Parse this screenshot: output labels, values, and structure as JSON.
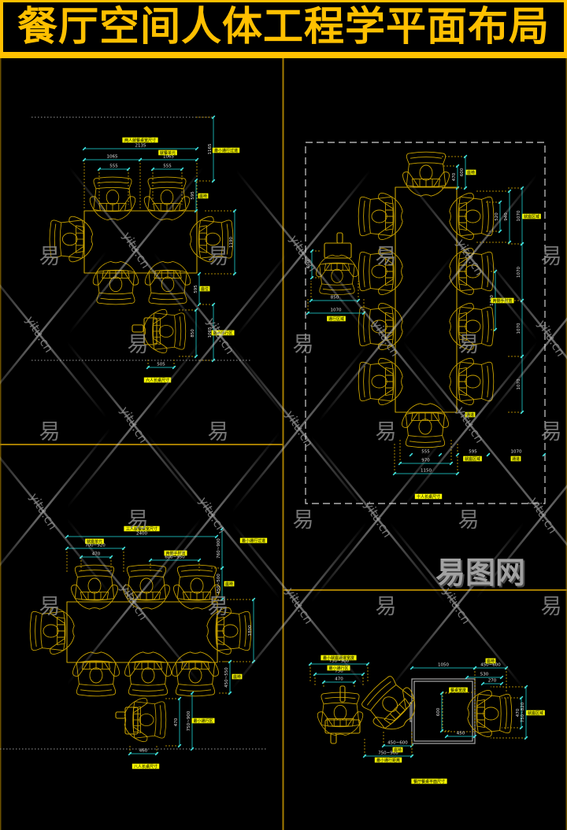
{
  "header": {
    "title": "餐厅空间人体工程学平面布局"
  },
  "colors": {
    "accent": "#FFC000",
    "furniture": "#C9A200",
    "dimension_line": "#18A8A8",
    "dimension_text": "#E2E2E2",
    "label_bg": "#FFFF00",
    "label_text": "#4A4A00",
    "divider": "#A47C00",
    "watermark": "#8A8A8A",
    "background": "#000000"
  },
  "panels": {
    "six": {
      "title": "六人长桌尺寸",
      "labels": [
        "两人就餐桌宽尺寸",
        "就餐单元",
        "最小通行过道",
        "座椅",
        "座位",
        "最小通行区"
      ],
      "dims": [
        "2135",
        "1065",
        "1065",
        "555",
        "555",
        "1165",
        "595",
        "1190",
        "595",
        "850",
        "1065",
        "505"
      ]
    },
    "ten": {
      "title": "十人长桌尺寸",
      "labels": [
        "座椅",
        "就座区域",
        "两侧手肘宽",
        "通行区域",
        "通道",
        "就座区域",
        "通道"
      ],
      "dims": [
        "470",
        "600",
        "520",
        "940",
        "1070",
        "1070",
        "1070",
        "1070",
        "1190",
        "600",
        "850",
        "1070",
        "555",
        "970",
        "1150",
        "595",
        "1070"
      ]
    },
    "eight": {
      "title": "八人长桌尺寸",
      "labels": [
        "三人就餐桌宽尺寸",
        "就座单元",
        "两侧手肘宽",
        "最小通行过道",
        "座椅",
        "座椅",
        "最小通行区"
      ],
      "dims": [
        "2400",
        "700~920",
        "470",
        "600~950",
        "760~900",
        "450~500",
        "1800",
        "450~550",
        "470",
        "750~900",
        "460"
      ]
    },
    "detail": {
      "title": "餐厅餐桌平面尺寸",
      "labels": [
        "最小就座通道宽度",
        "最小通行区",
        "座椅",
        "餐桌宽度",
        "就座区域",
        "座椅",
        "最小通行距离"
      ],
      "dims": [
        "750~900",
        "750",
        "470",
        "1050",
        "450~600",
        "530",
        "270",
        "600",
        "450",
        "470",
        "750~820",
        "450~600",
        "750~900"
      ]
    }
  },
  "watermark": {
    "char": "易",
    "site": "yitu.cn",
    "logo": "易图网"
  }
}
